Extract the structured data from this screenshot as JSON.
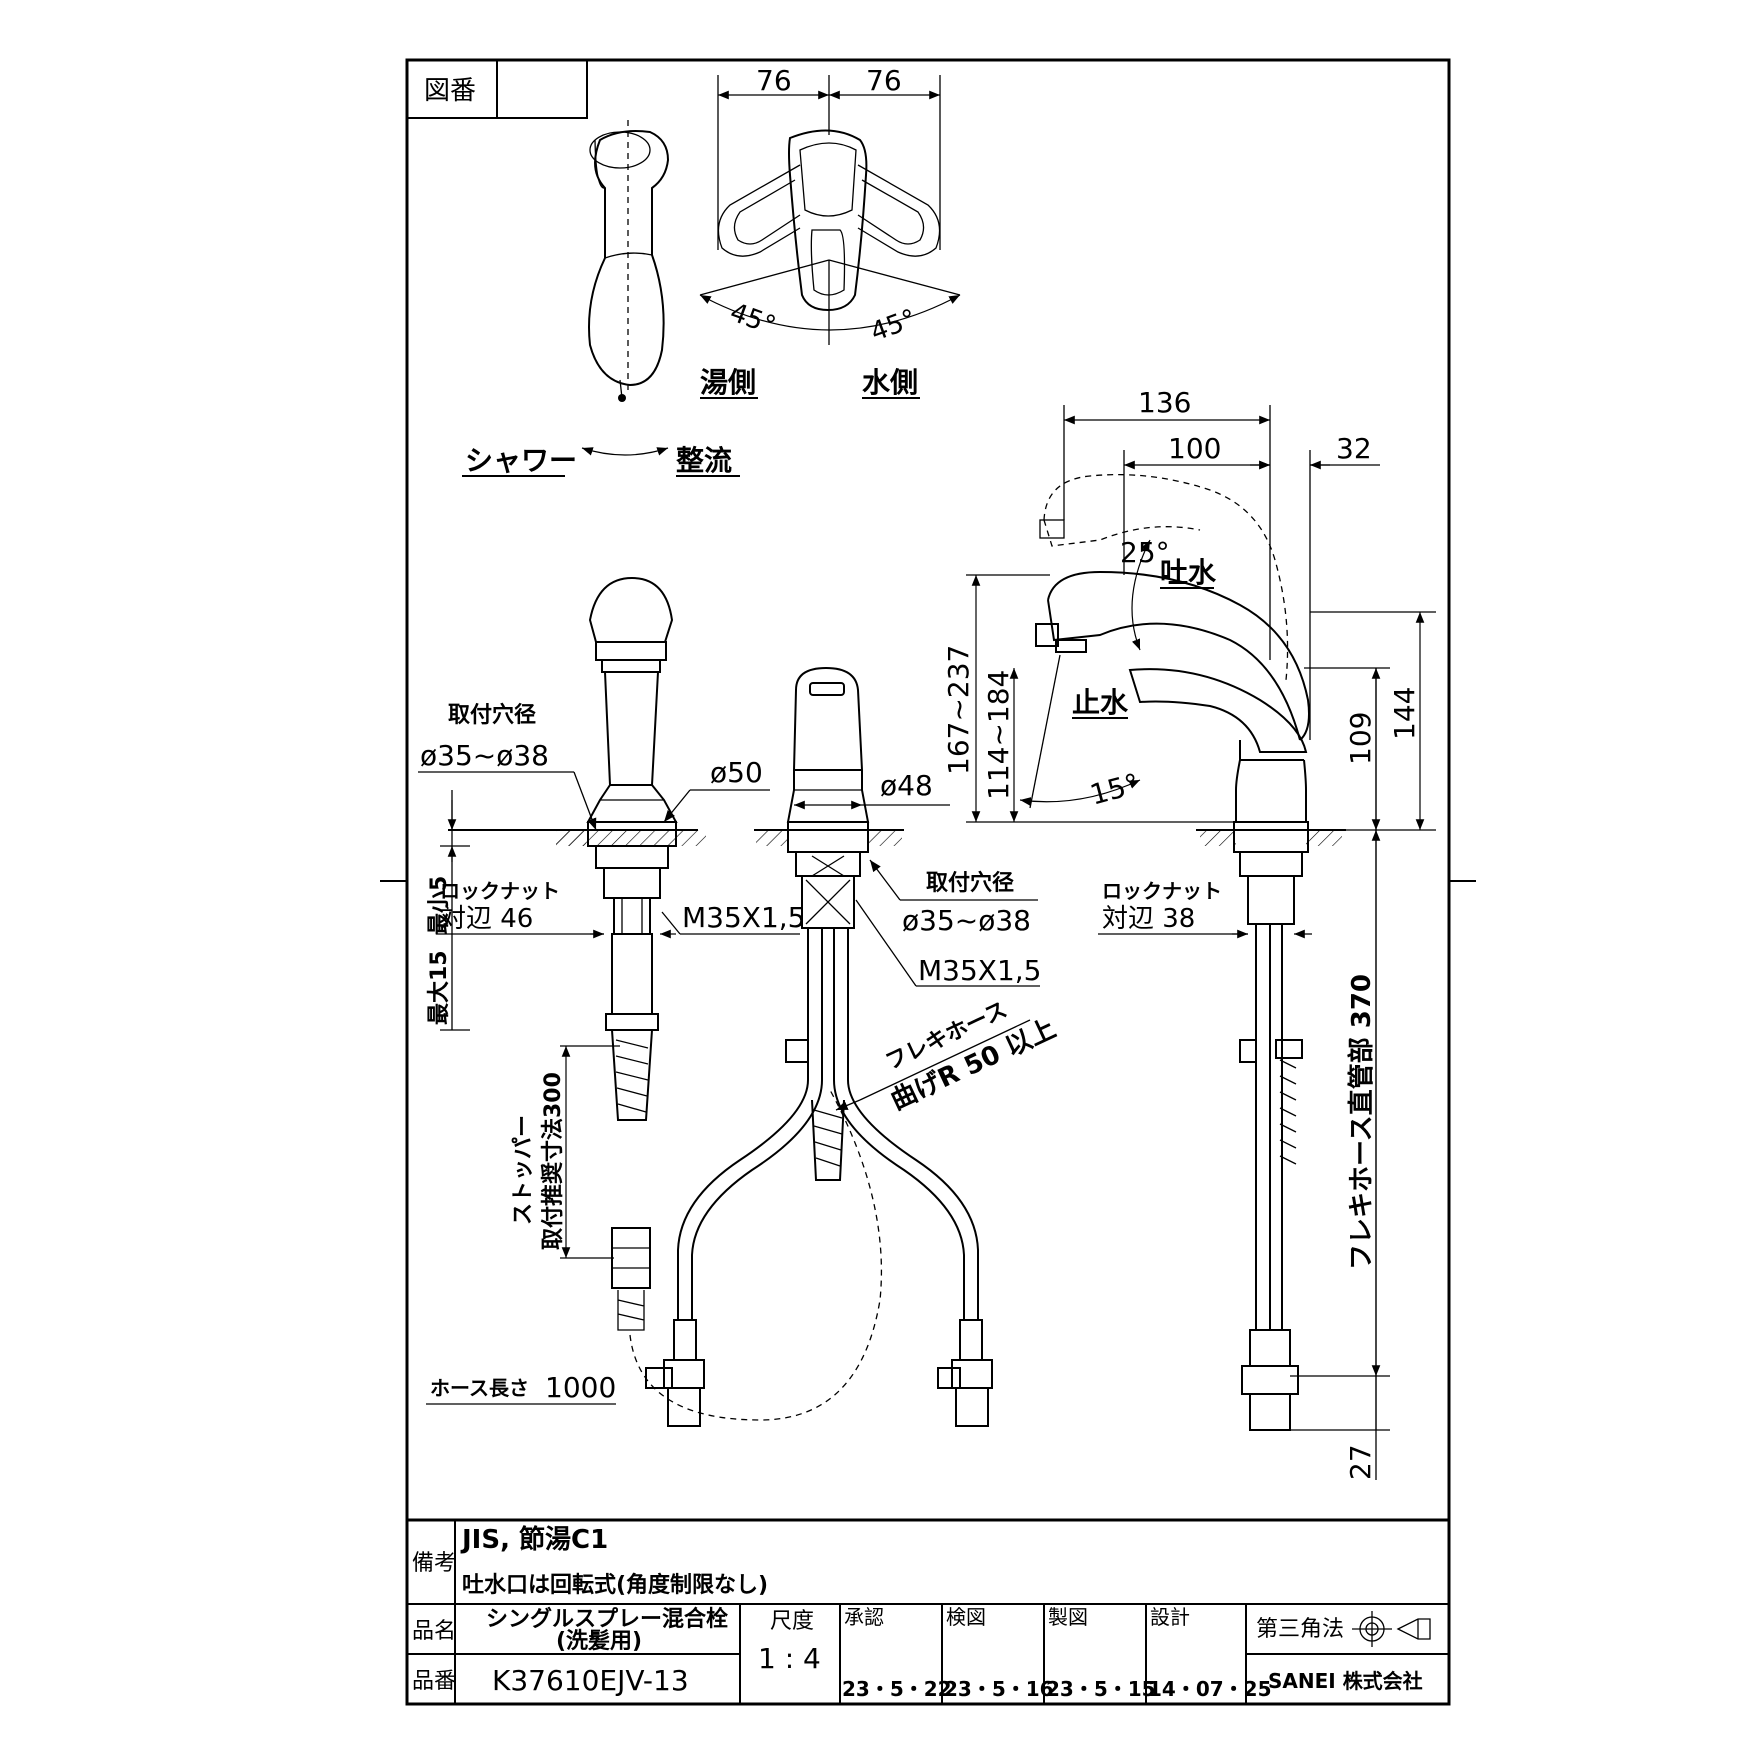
{
  "drawing_number_label": "図番",
  "drawing_number_value": "",
  "top_view": {
    "dim_left": "76",
    "dim_right": "76",
    "angle_left": "45°",
    "angle_right": "45°",
    "hot_side": "湯側",
    "cold_side": "水側"
  },
  "spray": {
    "shower": "シャワー",
    "straight": "整流"
  },
  "side_view": {
    "dim_136": "136",
    "dim_100": "100",
    "dim_32": "32",
    "angle_25": "25°",
    "spout_water": "吐水",
    "stop_water": "止水",
    "angle_15": "15°",
    "height_range_a": "167~237",
    "height_range_b": "114~184",
    "height_109": "109",
    "height_144": "144",
    "lock_nut_label": "ロックナット",
    "lock_nut_size": "対辺 38",
    "hose_length": "フレキホース直管部 370",
    "dim_27": "27"
  },
  "left_view": {
    "mount_hole_label": "取付穴径",
    "mount_hole_size": "ø35~ø38",
    "dia_50": "ø50",
    "lock_nut_label": "ロックナット",
    "lock_nut_size": "対辺 46",
    "thread": "M35X1,5",
    "max_15": "最大15",
    "min_5": "最小5",
    "stopper_label": "ストッパー",
    "stopper_dim": "取付推奨寸法300",
    "hose_length_label": "ホース長さ",
    "hose_length_value": "1000"
  },
  "front_view": {
    "dia_48": "ø48",
    "mount_hole_label": "取付穴径",
    "mount_hole_size": "ø35~ø38",
    "thread": "M35X1,5",
    "flex_hose": "フレキホース",
    "bend_radius": "曲げR 50 以上"
  },
  "title_block": {
    "notes_label": "備考",
    "note_1": "JIS,  節湯C1",
    "note_2": "吐水口は回転式(角度制限なし)",
    "name_label": "品名",
    "name_line1": "シングルスプレー混合栓",
    "name_line2": "(洗髪用)",
    "part_label": "品番",
    "part_number": "K37610EJV-13",
    "scale_label": "尺度",
    "scale_value": "1 : 4",
    "approved_label": "承認",
    "approved_date": "23・5・22",
    "checked_label": "検図",
    "checked_date": "23・5・16",
    "drawn_label": "製図",
    "drawn_date": "23・5・15",
    "design_label": "設計",
    "design_date": "14・07・25",
    "projection": "第三角法",
    "company": "SANEI 株式会社"
  }
}
